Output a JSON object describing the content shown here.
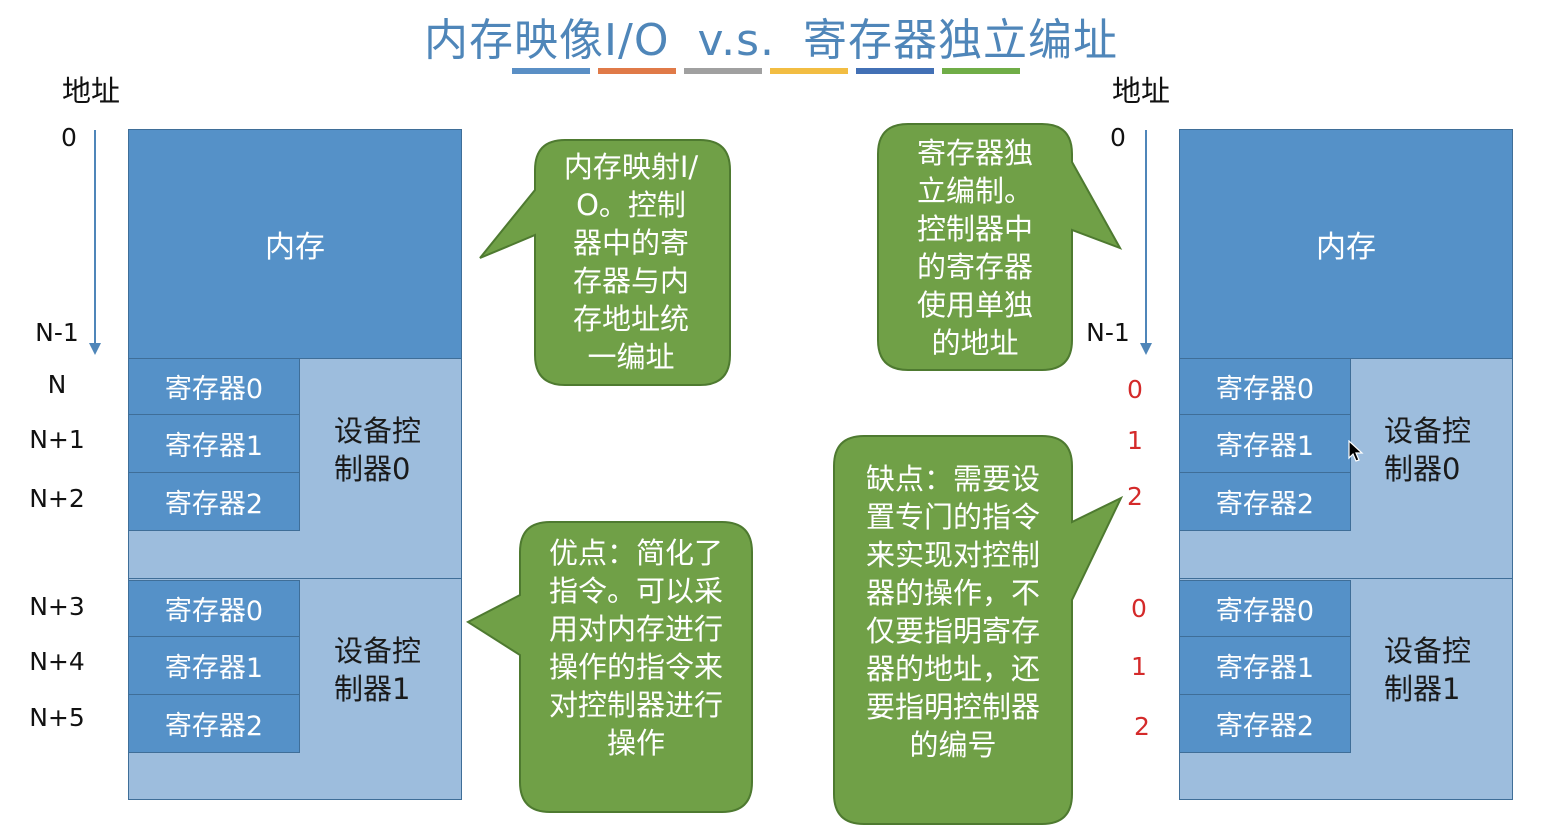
{
  "title": {
    "left": "内存映像I/O",
    "middle": "v.s.",
    "right": "寄存器独立编址"
  },
  "title_bar_colors": [
    "#5a8fc5",
    "#e07a48",
    "#a0a0a0",
    "#f2bd42",
    "#4270b5",
    "#70ad47"
  ],
  "left_panel": {
    "addr_header": "地址",
    "addr_top": "0",
    "addr_bottom": "N-1",
    "addr_labels": [
      "N",
      "N+1",
      "N+2",
      "N+3",
      "N+4",
      "N+5"
    ],
    "memory_label": "内存",
    "controllers": [
      {
        "label": "设备控制器0",
        "registers": [
          "寄存器0",
          "寄存器1",
          "寄存器2"
        ]
      },
      {
        "label": "设备控制器1",
        "registers": [
          "寄存器0",
          "寄存器1",
          "寄存器2"
        ]
      }
    ]
  },
  "right_panel": {
    "addr_header": "地址",
    "addr_top": "0",
    "addr_bottom": "N-1",
    "register_indices": [
      [
        "0",
        "1",
        "2"
      ],
      [
        "0",
        "1",
        "2"
      ]
    ],
    "memory_label": "内存",
    "controllers": [
      {
        "label": "设备控制器0",
        "registers": [
          "寄存器0",
          "寄存器1",
          "寄存器2"
        ]
      },
      {
        "label": "设备控制器1",
        "registers": [
          "寄存器0",
          "寄存器1",
          "寄存器2"
        ]
      }
    ]
  },
  "callouts": {
    "memory_mapped": "内存映射I/O。控制器中的寄存器与内存地址统一编址",
    "advantage": "优点：简化了指令。可以采用对内存进行操作的指令来对控制器进行操作",
    "independent": "寄存器独立编制。控制器中的寄存器使用单独的地址",
    "disadvantage": "缺点：需要设置专门的指令来实现对控制器的操作，不仅要指明寄存器的地址，还要指明控制器的编号"
  },
  "colors": {
    "memory_block": "#5591c8",
    "controller_block": "#9dbddd",
    "callout_fill": "#70a047",
    "title_text": "#4f86b9",
    "index_text": "#d42a2a"
  }
}
